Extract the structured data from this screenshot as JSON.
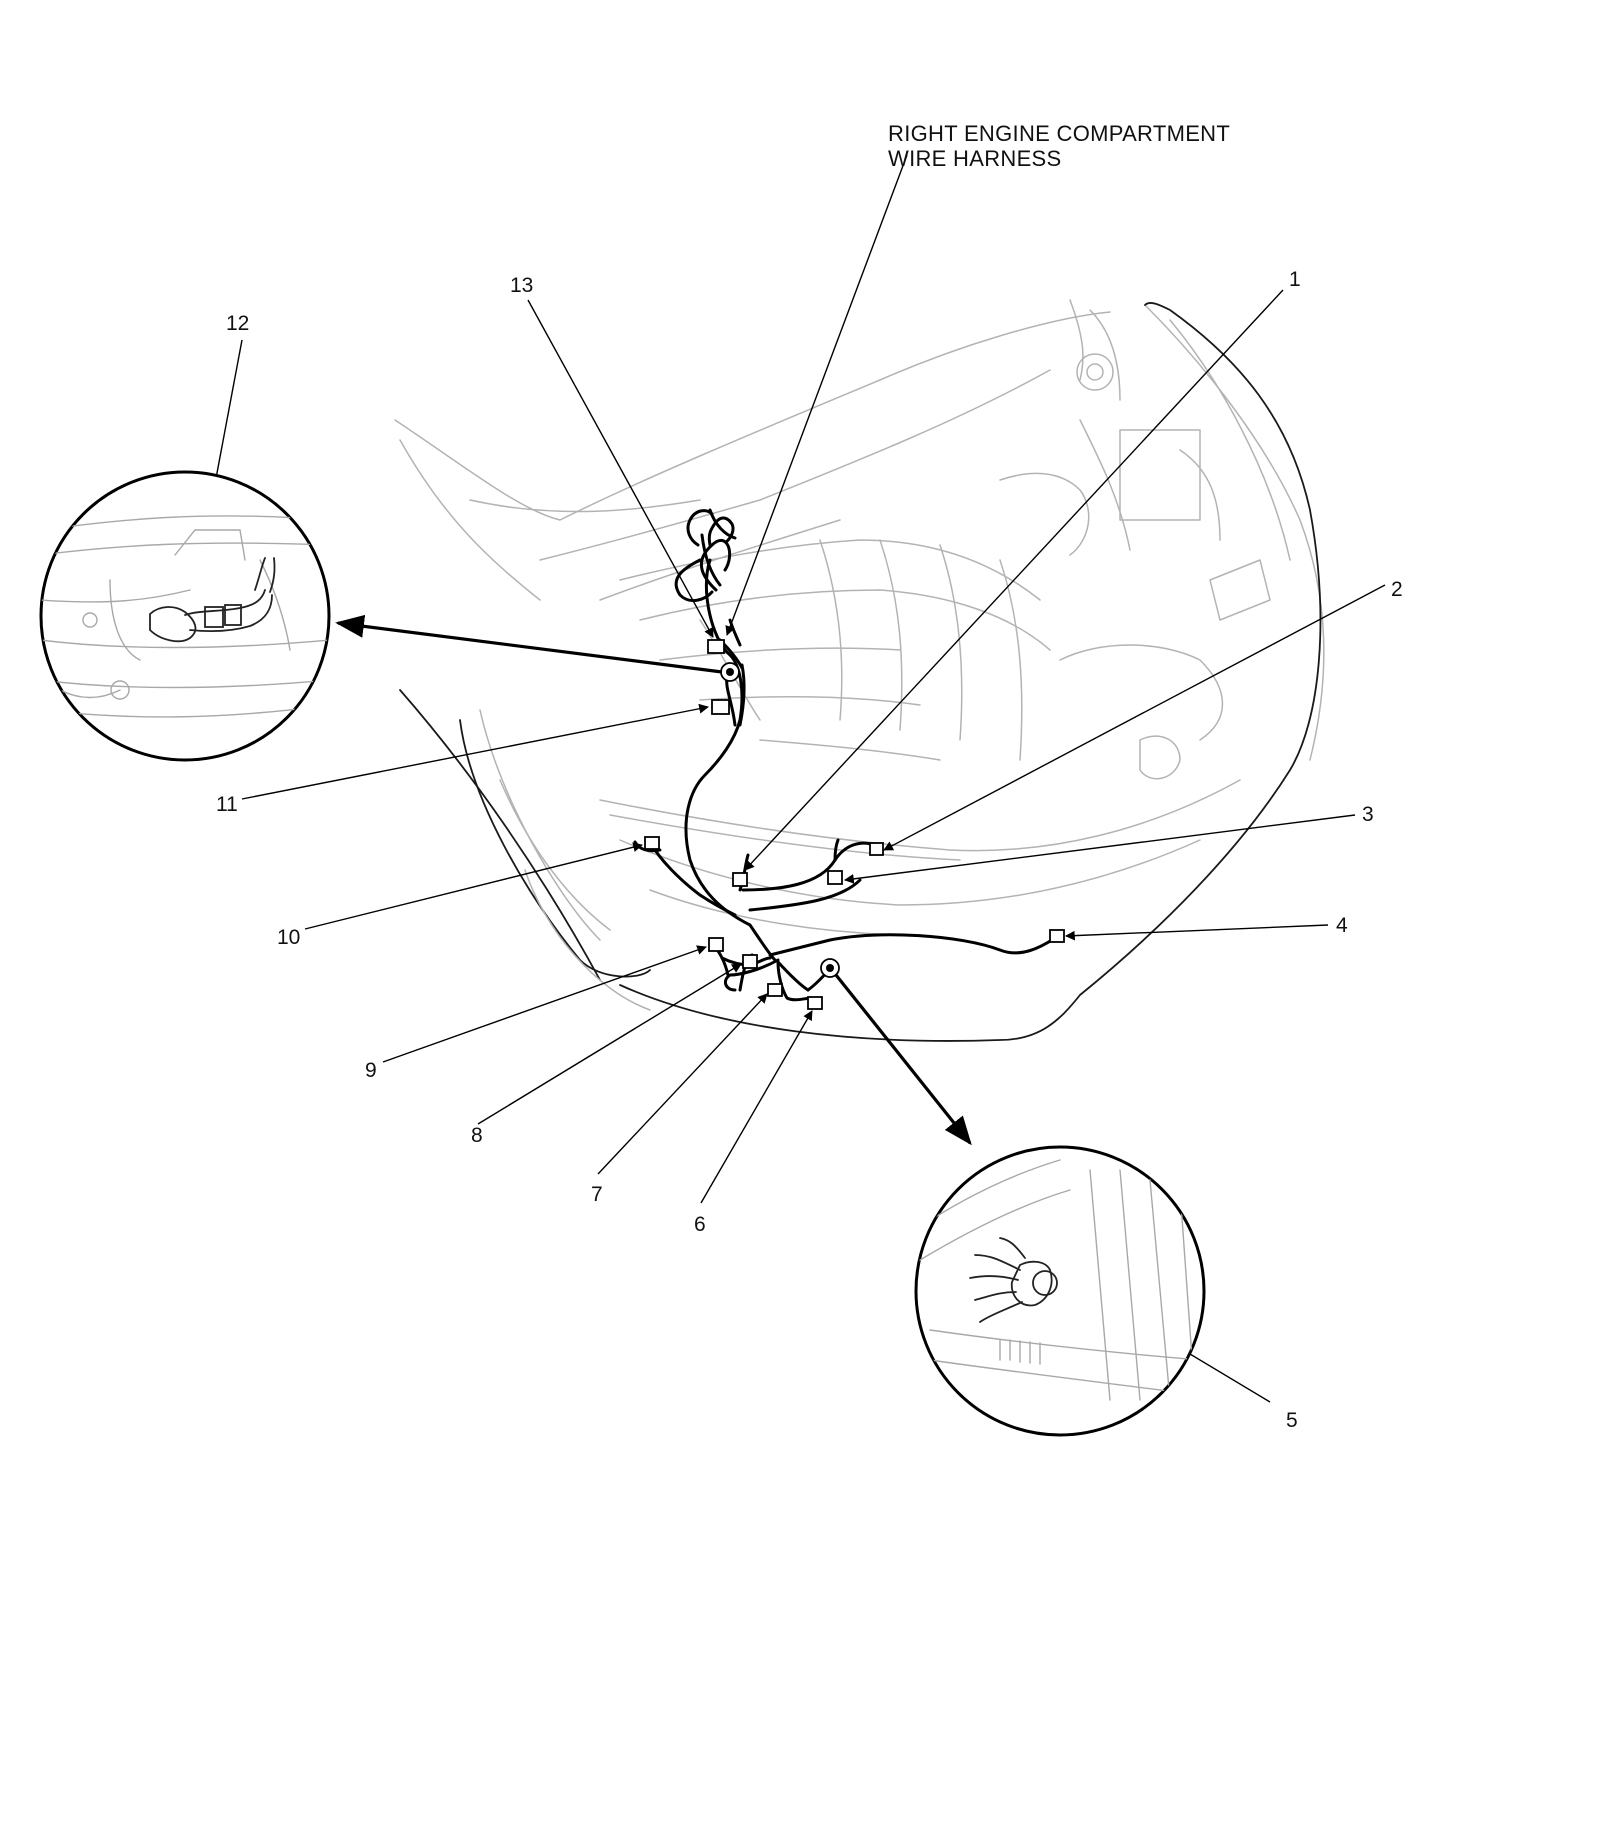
{
  "diagram": {
    "harness_title_line1": "RIGHT ENGINE COMPARTMENT",
    "harness_title_line2": "WIRE HARNESS",
    "callouts": [
      "1",
      "2",
      "3",
      "4",
      "5",
      "6",
      "7",
      "8",
      "9",
      "10",
      "11",
      "12",
      "13"
    ]
  },
  "colors": {
    "line": "#000000",
    "car_outline": "#b3b3b3",
    "background": "#ffffff"
  }
}
